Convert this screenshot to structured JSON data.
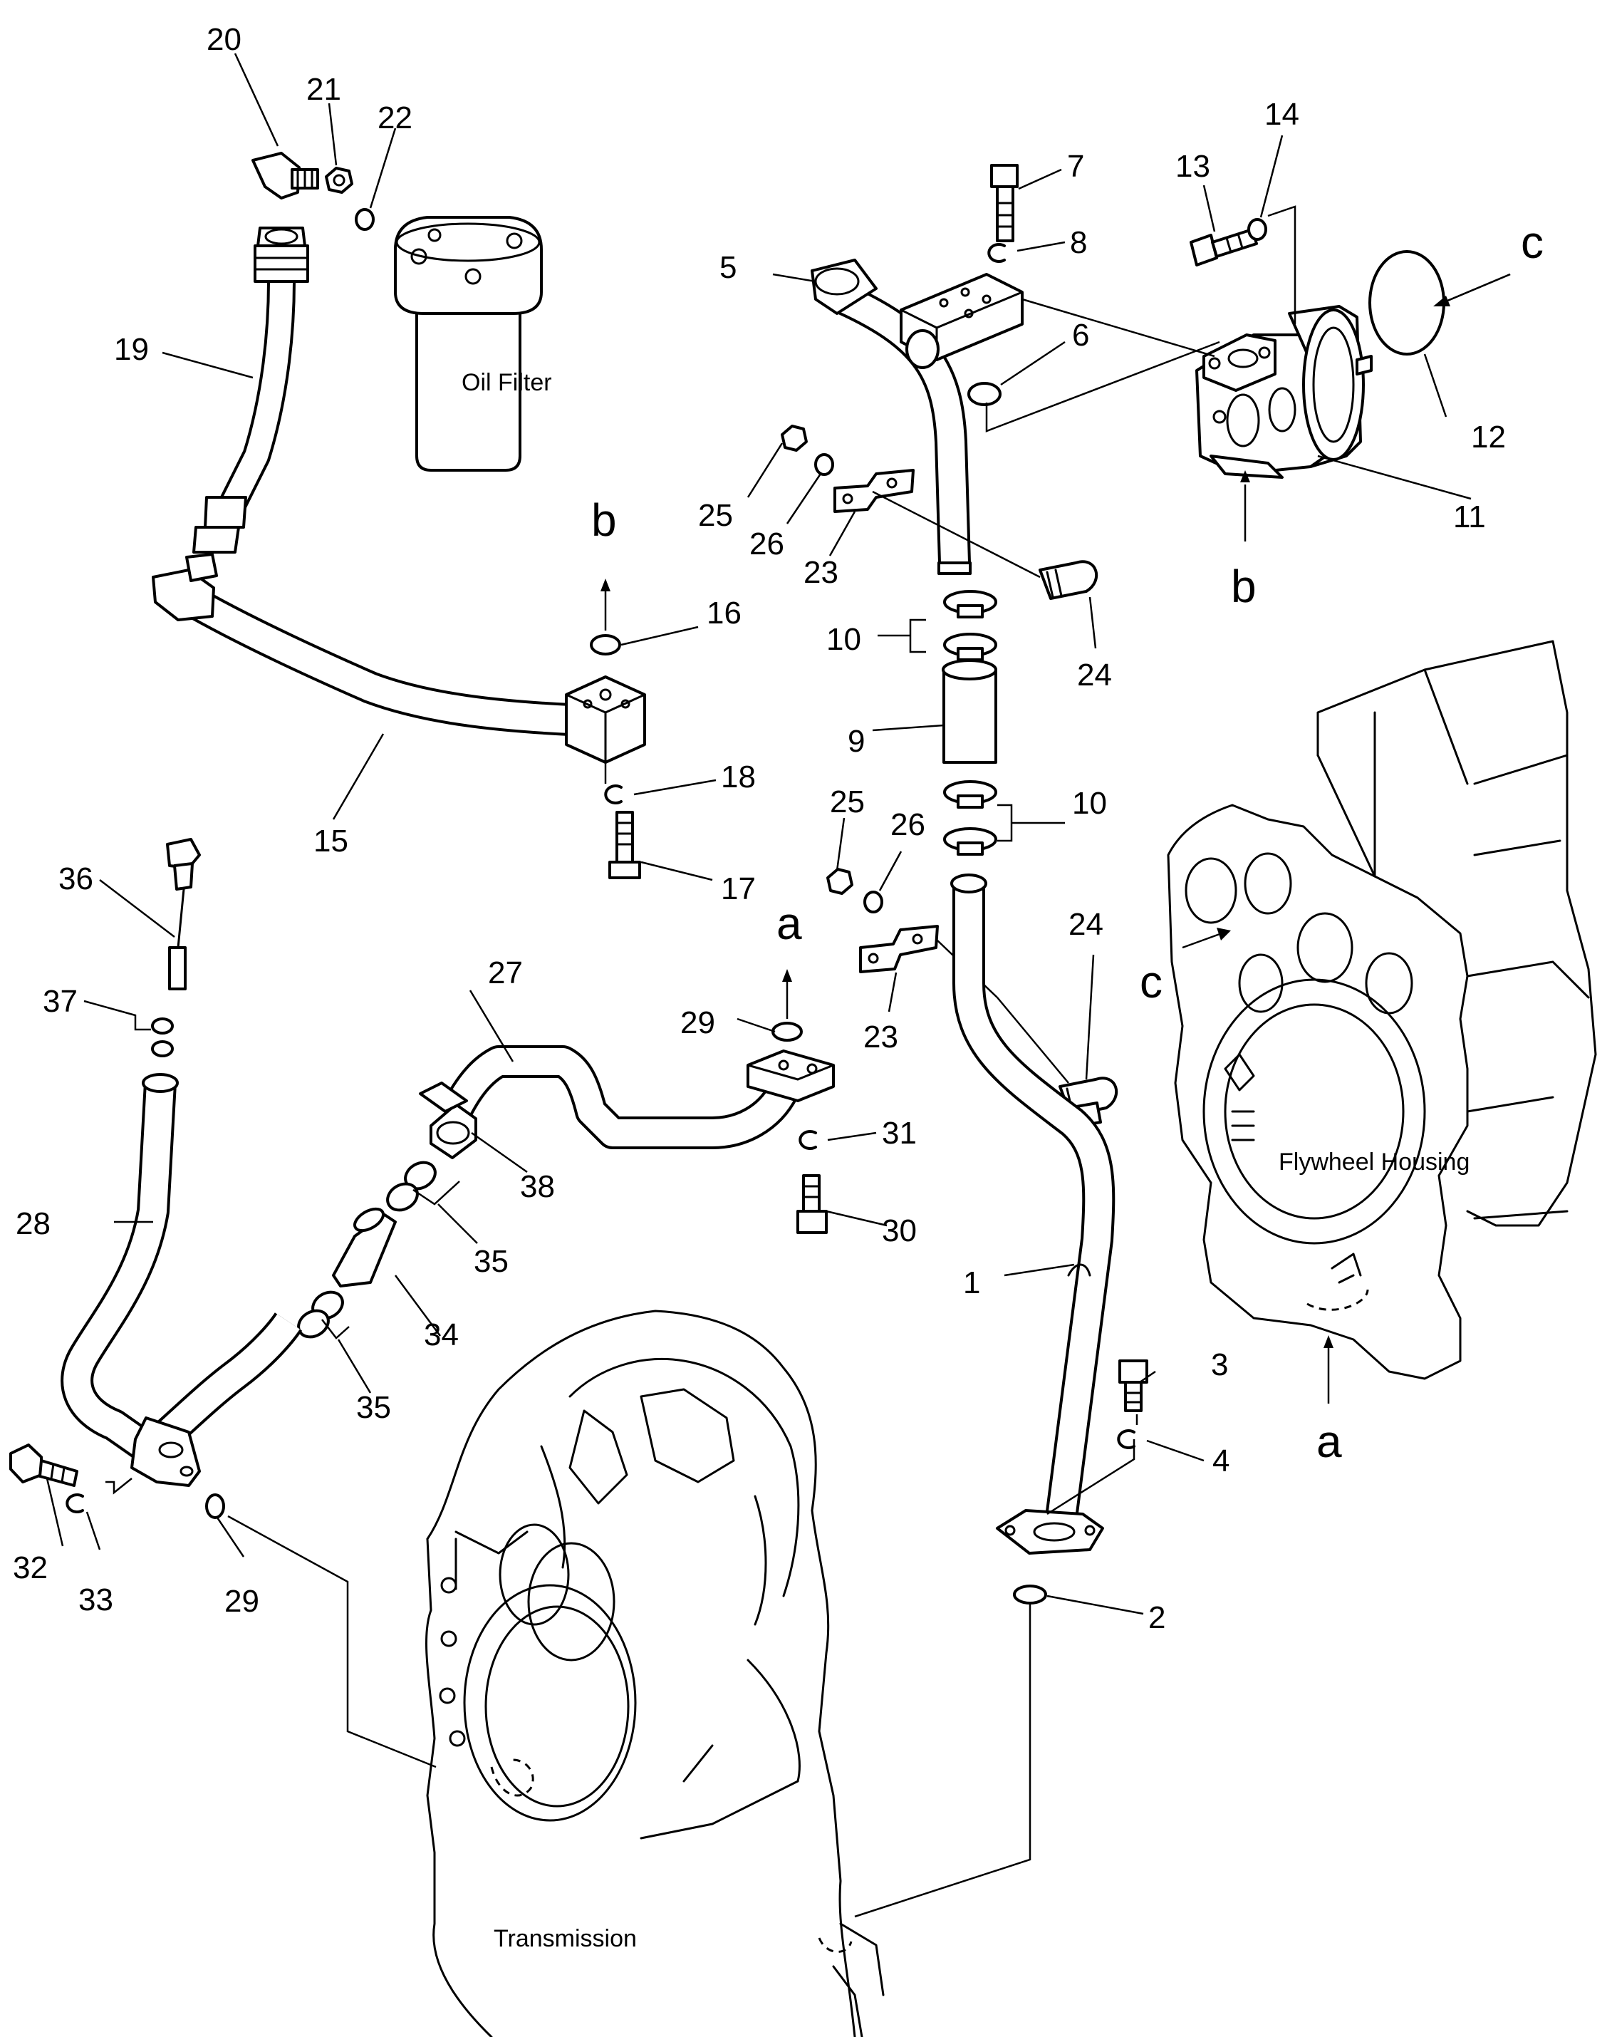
{
  "captions": {
    "oil_filter": "Oil Filter",
    "flywheel_housing": "Flywheel Housing",
    "transmission": "Transmission"
  },
  "callouts": {
    "n1": "1",
    "n2": "2",
    "n3": "3",
    "n4": "4",
    "n5": "5",
    "n6": "6",
    "n7": "7",
    "n8": "8",
    "n9": "9",
    "n10a": "10",
    "n10b": "10",
    "n11": "11",
    "n12": "12",
    "n13": "13",
    "n14": "14",
    "n15": "15",
    "n16": "16",
    "n17": "17",
    "n18": "18",
    "n19": "19",
    "n20": "20",
    "n21": "21",
    "n22": "22",
    "n23a": "23",
    "n23b": "23",
    "n24a": "24",
    "n24b": "24",
    "n25a": "25",
    "n25b": "25",
    "n26a": "26",
    "n26b": "26",
    "n27": "27",
    "n28": "28",
    "n29a": "29",
    "n29b": "29",
    "n30": "30",
    "n31": "31",
    "n32": "32",
    "n33": "33",
    "n34": "34",
    "n35a": "35",
    "n35b": "35",
    "n36": "36",
    "n37": "37",
    "n38": "38"
  },
  "view_letters": {
    "a_top": "a",
    "a_bottom": "a",
    "b_top": "b",
    "b_bottom": "b",
    "c_top": "c",
    "c_left": "c"
  }
}
